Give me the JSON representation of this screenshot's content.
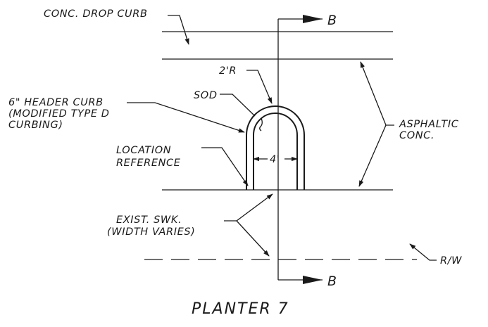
{
  "labels": {
    "conc_drop_curb": "CONC. DROP CURB",
    "section_top": "B",
    "section_bottom": "B",
    "radius": "2'R",
    "header_curb_1": "6\" HEADER CURB",
    "header_curb_2": "(MODIFIED TYPE D",
    "header_curb_3": "CURBING)",
    "sod": "SOD",
    "asphaltic_1": "ASPHALTIC",
    "asphaltic_2": "CONC.",
    "location_1": "LOCATION",
    "location_2": "REFERENCE",
    "width_dim": "4'",
    "sidewalk_1": "EXIST. SWK.",
    "sidewalk_2": "(WIDTH VARIES)",
    "row": "R/W",
    "title": "PLANTER 7"
  }
}
